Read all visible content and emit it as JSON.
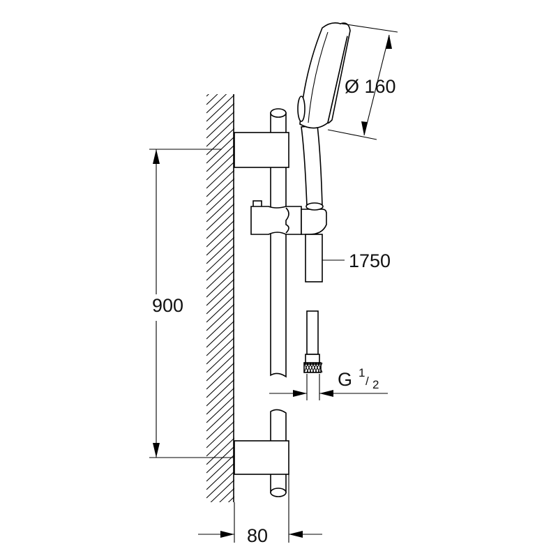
{
  "dimensions": {
    "diameter": "Ø 160",
    "hose_length": "1750",
    "rail_length": "900",
    "wall_distance": "80",
    "thread_main": "G",
    "thread_num": "1",
    "thread_slash": "/",
    "thread_den": "2"
  }
}
